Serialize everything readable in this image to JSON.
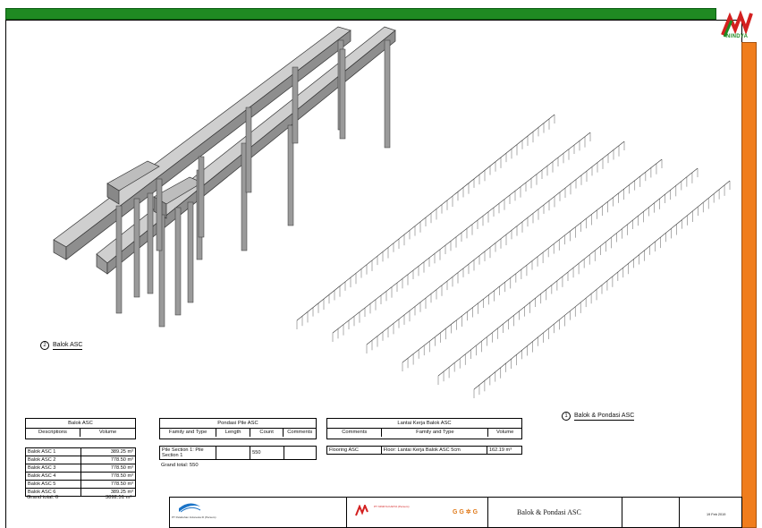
{
  "brand": {
    "logo_text": "NINDYA",
    "colors": {
      "top_bar": "#1f8a22",
      "side_bar": "#f07d1d"
    }
  },
  "views": [
    {
      "number": "2",
      "title": "Balok ASC"
    },
    {
      "number": "1",
      "title": "Balok & Pondasi ASC"
    }
  ],
  "schedules": {
    "balok": {
      "title": "Balok ASC",
      "columns": [
        "Descriptions",
        "Volume"
      ],
      "rows": [
        [
          "Balok ASC 1",
          "389.25 m³"
        ],
        [
          "Balok ASC 2",
          "778.50 m³"
        ],
        [
          "Balok ASC 3",
          "778.50 m³"
        ],
        [
          "Balok ASC 4",
          "778.50 m³"
        ],
        [
          "Balok ASC 5",
          "778.50 m³"
        ],
        [
          "Balok ASC 6",
          "389.25 m³"
        ]
      ],
      "grand_total_label": "Grand total: 6",
      "grand_total_value": "3892.51 m³"
    },
    "pondasi": {
      "title": "Pondasi Pile ASC",
      "columns": [
        "Family and Type",
        "Length",
        "Count",
        "Comments"
      ],
      "row": [
        "Pile Section 1: Pile Section 1",
        "",
        "550",
        ""
      ],
      "grand_total_label": "Grand total: 550"
    },
    "lantai": {
      "title": "Lantai Kerja Balok ASC",
      "columns": [
        "Comments",
        "Family and Type",
        "Volume"
      ],
      "row": [
        "Flooring ASC",
        "Floor: Lantai Kerja Balok ASC 5cm",
        "162.19 m³"
      ]
    }
  },
  "title_block": {
    "owner": "PT Pelabuhan Indonesia III (Persero)",
    "contractor": "PT NINDYA KARYA (Persero)",
    "sheet_title": "Balok & Pondasi ASC",
    "date": "19 Feb 2019",
    "bim_logo": "G G ✲ G"
  }
}
